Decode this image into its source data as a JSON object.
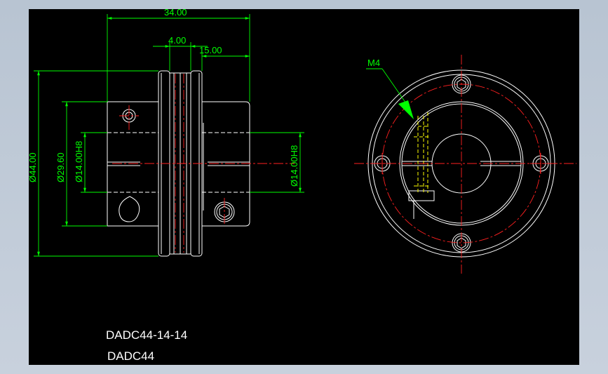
{
  "drawing": {
    "title_main": "DADC44-14-14",
    "title_sub": "DADC44"
  },
  "dimensions": {
    "overall_length": "34.00",
    "gap": "4.00",
    "hub_length": "15.00",
    "outer_diameter": "Ø44.00",
    "hub_diameter": "Ø29.60",
    "bore_left": "Ø14.00H8",
    "bore_right": "Ø14.00H8",
    "screw_label": "M4"
  },
  "colors": {
    "background": "#000000",
    "geometry": "#ffffff",
    "dimension": "#00ff00",
    "centerline": "#ff2020",
    "hidden": "#ffff00"
  }
}
